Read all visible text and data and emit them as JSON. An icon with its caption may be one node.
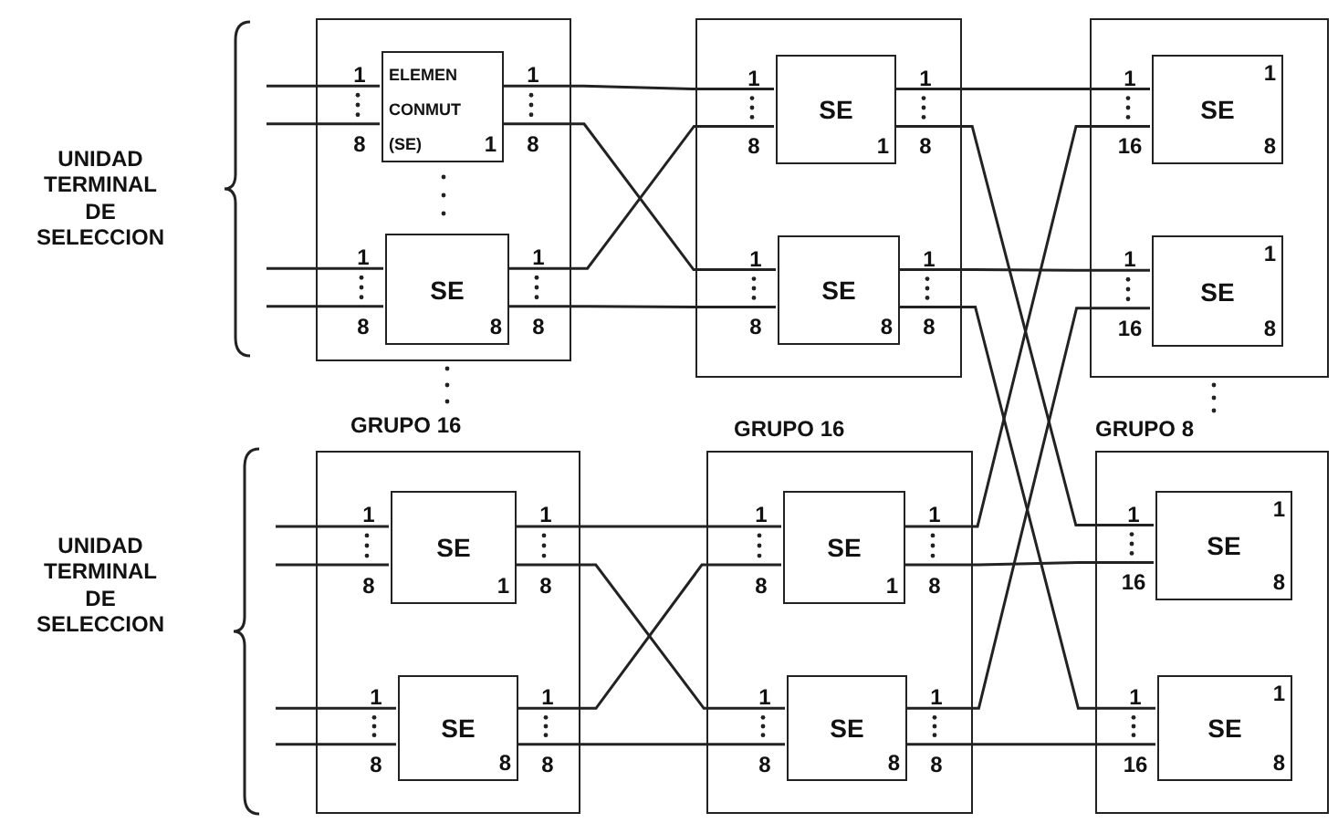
{
  "diagram": {
    "nodes": [
      {
        "text": [],
        "shape": "box"
      },
      {
        "text": [
          "ELEMEN CONMUT (SE)",
          "1"
        ],
        "in": 0,
        "beside": [
          "1",
          "8",
          "1",
          "8"
        ]
      },
      {
        "text": [
          "SE",
          "8"
        ],
        "in": 0,
        "beside": [
          "1",
          "8",
          "1",
          "8"
        ]
      },
      {
        "text": [],
        "shape": "box"
      },
      {
        "text": [
          "SE",
          "1"
        ],
        "in": 3,
        "beside": [
          "1",
          "8",
          "1",
          "8"
        ]
      },
      {
        "text": [
          "SE",
          "8"
        ],
        "in": 3,
        "beside": [
          "1",
          "8",
          "1",
          "8"
        ]
      },
      {
        "text": [],
        "shape": "box"
      },
      {
        "text": [
          "1",
          "SE",
          "8"
        ],
        "in": 6,
        "beside": [
          "1",
          "16"
        ]
      },
      {
        "text": [
          "1",
          "SE",
          "8"
        ],
        "in": 6,
        "beside": [
          "1",
          "16"
        ]
      },
      {
        "text": [],
        "shape": "box"
      },
      {
        "text": [
          "SE",
          "1"
        ],
        "in": 9,
        "beside": [
          "1",
          "8",
          "1",
          "8"
        ]
      },
      {
        "text": [
          "SE",
          "8"
        ],
        "in": 9,
        "beside": [
          "1",
          "8",
          "1",
          "8"
        ]
      },
      {
        "text": [],
        "shape": "box"
      },
      {
        "text": [
          "SE",
          "1"
        ],
        "in": 12,
        "beside": [
          "1",
          "8",
          "1",
          "8"
        ]
      },
      {
        "text": [
          "SE",
          "8"
        ],
        "in": 12,
        "beside": [
          "1",
          "8",
          "1",
          "8"
        ]
      },
      {
        "text": [],
        "shape": "box"
      },
      {
        "text": [
          "1",
          "SE",
          "8"
        ],
        "in": 15,
        "beside": [
          "1",
          "16"
        ]
      },
      {
        "text": [
          "1",
          "SE",
          "8"
        ],
        "in": 15,
        "beside": [
          "1",
          "16"
        ]
      }
    ],
    "edges": [
      {
        "from": null,
        "to": 1,
        "arrow": "none"
      },
      {
        "from": null,
        "to": 1,
        "arrow": "none"
      },
      {
        "from": null,
        "to": 2,
        "arrow": "none"
      },
      {
        "from": null,
        "to": 2,
        "arrow": "none"
      },
      {
        "from": null,
        "to": 10,
        "arrow": "none"
      },
      {
        "from": null,
        "to": 10,
        "arrow": "none"
      },
      {
        "from": null,
        "to": 11,
        "arrow": "none"
      },
      {
        "from": null,
        "to": 11,
        "arrow": "none"
      },
      {
        "from": 1,
        "to": 4,
        "arrow": "none"
      },
      {
        "from": 1,
        "to": 5,
        "arrow": "none"
      },
      {
        "from": 2,
        "to": 4,
        "arrow": "none"
      },
      {
        "from": 2,
        "to": 5,
        "arrow": "none"
      },
      {
        "from": 10,
        "to": 13,
        "arrow": "none"
      },
      {
        "from": 10,
        "to": 14,
        "arrow": "none"
      },
      {
        "from": 11,
        "to": 13,
        "arrow": "none"
      },
      {
        "from": 11,
        "to": 14,
        "arrow": "none"
      },
      {
        "from": 4,
        "to": 7,
        "arrow": "none"
      },
      {
        "from": 4,
        "to": 16,
        "arrow": "none"
      },
      {
        "from": 5,
        "to": 8,
        "arrow": "none"
      },
      {
        "from": 5,
        "to": 17,
        "arrow": "none"
      },
      {
        "from": 13,
        "to": 7,
        "arrow": "none"
      },
      {
        "from": 13,
        "to": 16,
        "arrow": "none"
      },
      {
        "from": 14,
        "to": 8,
        "arrow": "none"
      },
      {
        "from": 14,
        "to": 17,
        "arrow": "none"
      }
    ],
    "labels": [
      "UNIDAD TERMINAL DE SELECCION",
      "GRUPO 16",
      "GRUPO 16",
      "GRUPO 8",
      "UNIDAD TERMINAL DE SELECCION"
    ]
  }
}
